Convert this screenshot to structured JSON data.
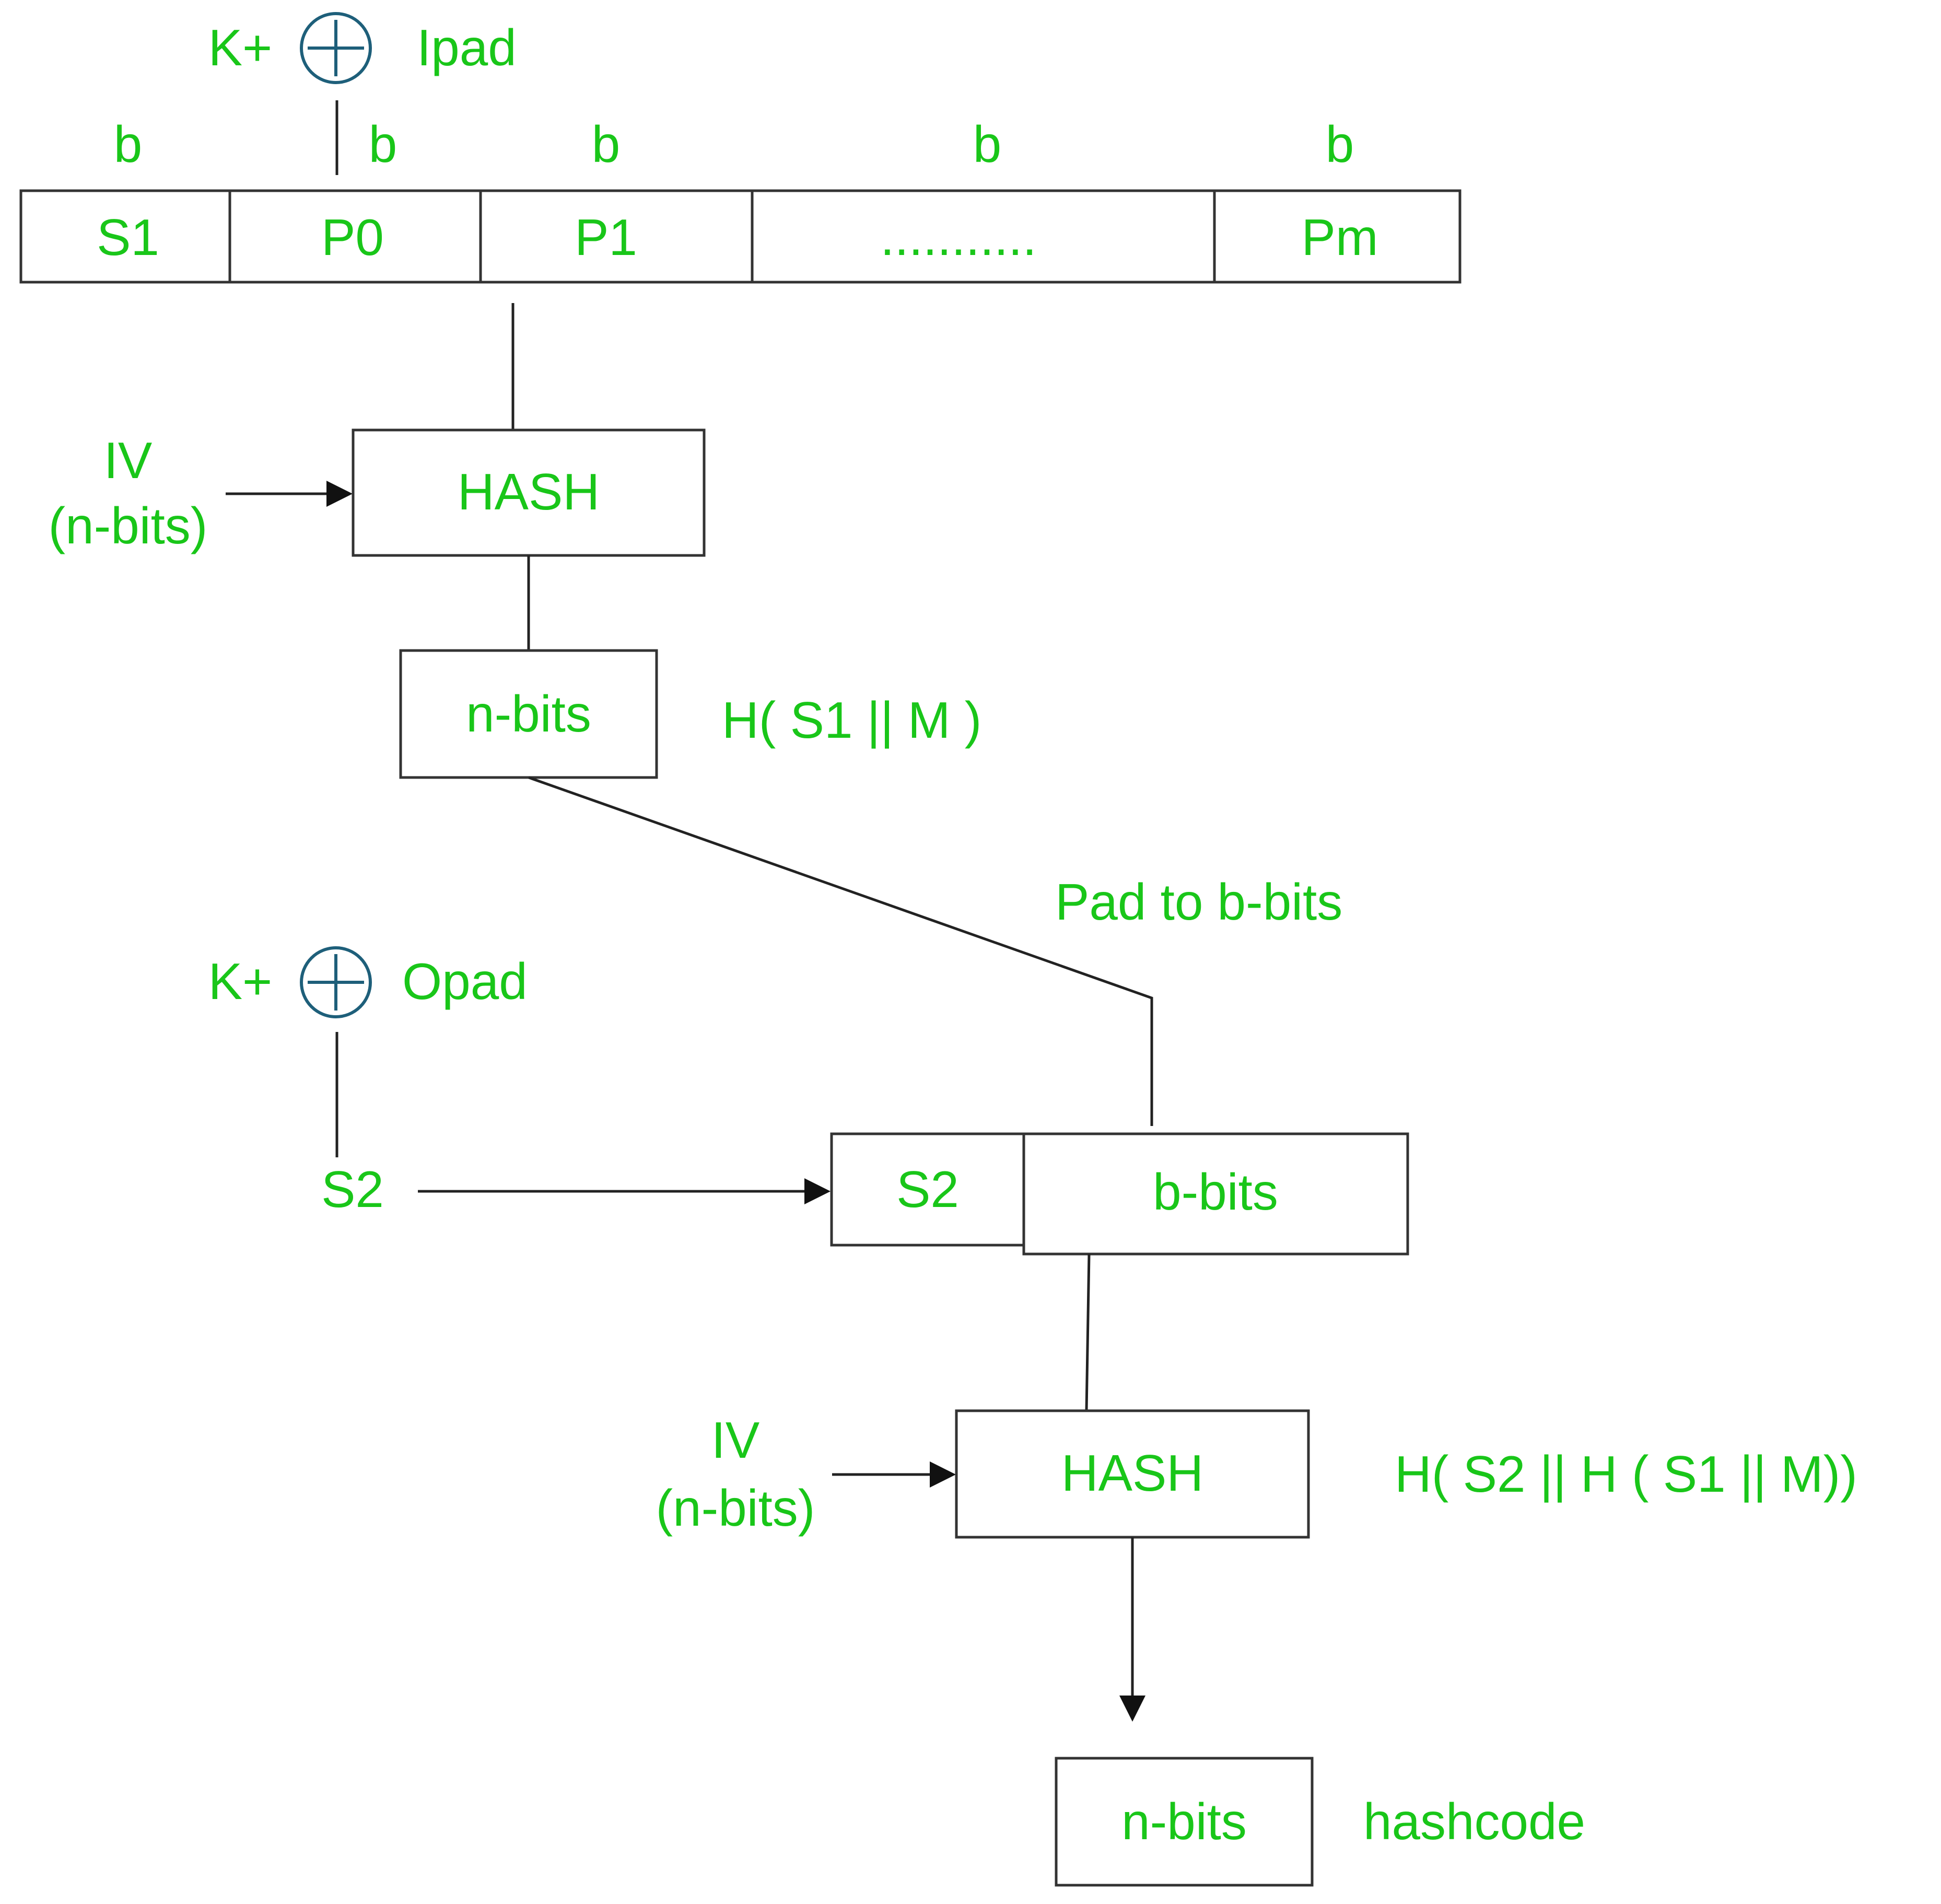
{
  "top": {
    "key": "K+",
    "ipad": "Ipad",
    "widths": [
      "b",
      "b",
      "b",
      "b",
      "b"
    ],
    "blocks": [
      "S1",
      "P0",
      "P1",
      "...........",
      "Pm"
    ]
  },
  "stage1": {
    "iv_line1": "IV",
    "iv_line2": "(n-bits)",
    "hash": "HASH",
    "out": "n-bits",
    "out_label": "H( S1 || M )"
  },
  "pad_label": "Pad to b-bits",
  "outer": {
    "key": "K+",
    "opad": "Opad",
    "s2": "S2",
    "s2_box": "S2",
    "bbits": "b-bits"
  },
  "stage2": {
    "iv_line1": "IV",
    "iv_line2": "(n-bits)",
    "hash": "HASH",
    "hash_label": "H( S2 ||  H ( S1 || M))",
    "out": "n-bits",
    "out_label": "hashcode"
  }
}
